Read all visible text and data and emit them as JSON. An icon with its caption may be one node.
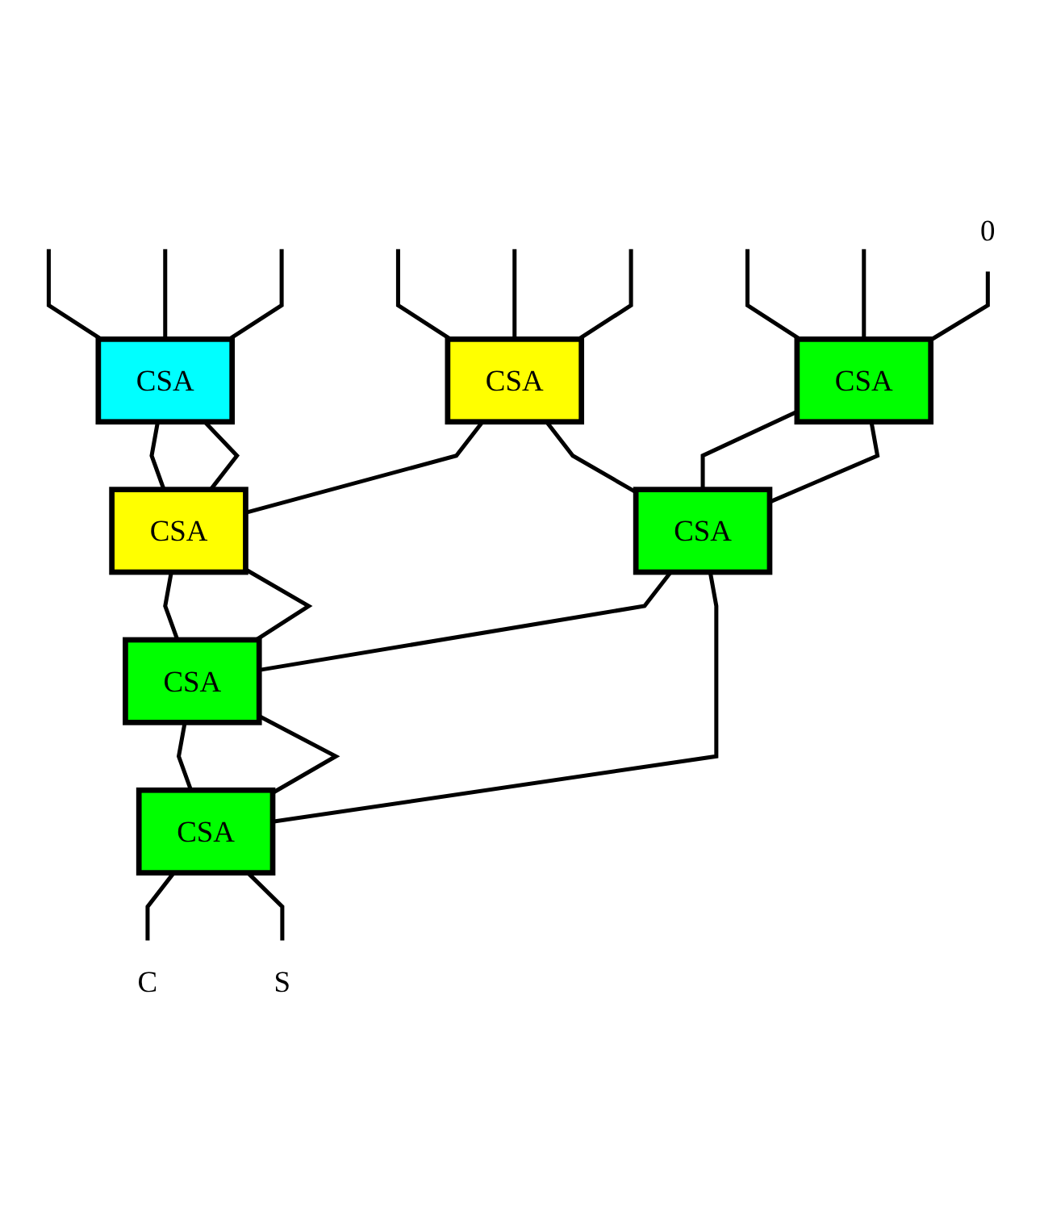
{
  "diagram": {
    "nodes": [
      {
        "text": [
          "CSA"
        ]
      },
      {
        "text": [
          "CSA"
        ]
      },
      {
        "text": [
          "CSA"
        ]
      },
      {
        "text": [
          "CSA"
        ]
      },
      {
        "text": [
          "CSA"
        ]
      },
      {
        "text": [
          "CSA"
        ]
      },
      {
        "text": [
          "CSA"
        ]
      },
      {
        "text": [
          "0"
        ]
      },
      {
        "text": [
          "C"
        ]
      },
      {
        "text": [
          "S"
        ]
      }
    ],
    "edges": [
      {
        "from": null,
        "to": 0,
        "arrow": "none"
      },
      {
        "from": null,
        "to": 0,
        "arrow": "none"
      },
      {
        "from": null,
        "to": 0,
        "arrow": "none"
      },
      {
        "from": null,
        "to": 1,
        "arrow": "none"
      },
      {
        "from": null,
        "to": 1,
        "arrow": "none"
      },
      {
        "from": null,
        "to": 1,
        "arrow": "none"
      },
      {
        "from": null,
        "to": 2,
        "arrow": "none"
      },
      {
        "from": null,
        "to": 2,
        "arrow": "none"
      },
      {
        "from": 7,
        "to": 2,
        "arrow": "none"
      },
      {
        "from": 0,
        "to": 3,
        "arrow": "none"
      },
      {
        "from": 0,
        "to": 3,
        "arrow": "none"
      },
      {
        "from": 1,
        "to": 3,
        "arrow": "none"
      },
      {
        "from": 1,
        "to": 4,
        "arrow": "none"
      },
      {
        "from": 2,
        "to": 4,
        "arrow": "none"
      },
      {
        "from": 2,
        "to": 4,
        "arrow": "none"
      },
      {
        "from": 3,
        "to": 5,
        "arrow": "none"
      },
      {
        "from": 3,
        "to": 5,
        "arrow": "none"
      },
      {
        "from": 4,
        "to": 5,
        "arrow": "none"
      },
      {
        "from": 5,
        "to": 6,
        "arrow": "none"
      },
      {
        "from": 5,
        "to": 6,
        "arrow": "none"
      },
      {
        "from": 4,
        "to": 6,
        "arrow": "none"
      },
      {
        "from": 6,
        "to": 8,
        "arrow": "none"
      },
      {
        "from": 6,
        "to": 9,
        "arrow": "none"
      }
    ]
  }
}
